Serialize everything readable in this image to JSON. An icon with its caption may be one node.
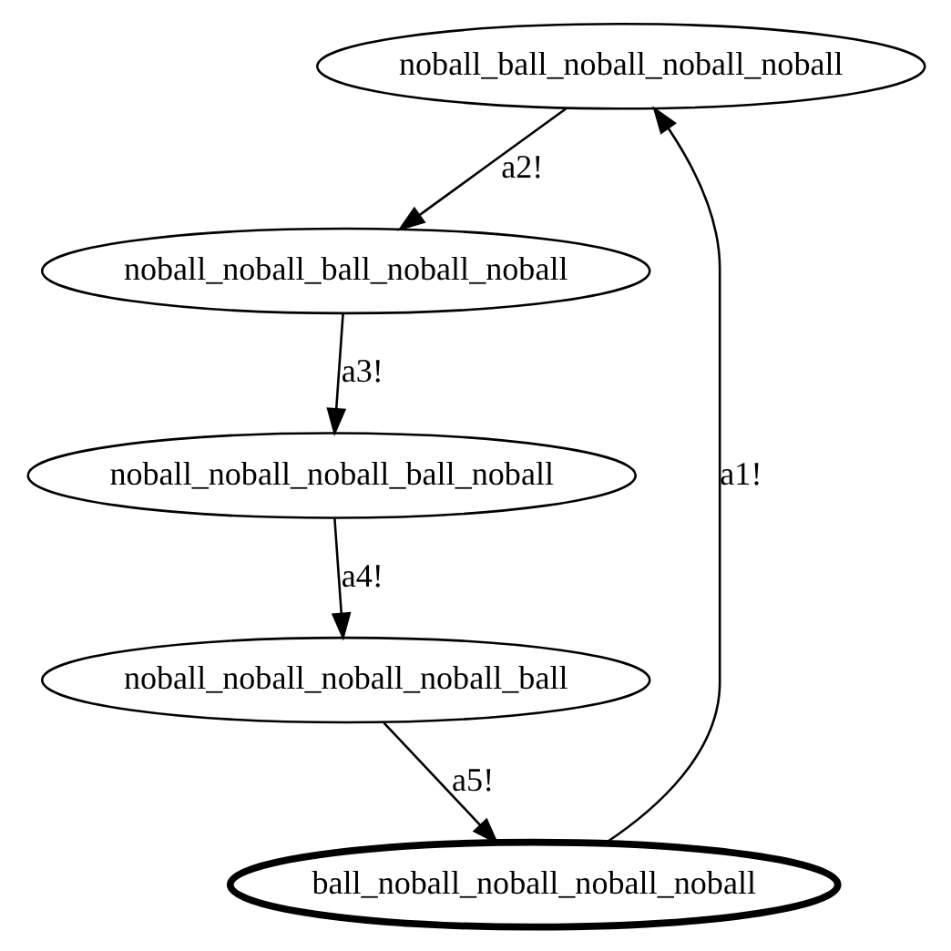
{
  "diagram": {
    "nodes": [
      {
        "text": [
          "noball_ball_noball_noball_noball"
        ]
      },
      {
        "text": [
          "noball_noball_ball_noball_noball"
        ]
      },
      {
        "text": [
          "noball_noball_noball_ball_noball"
        ]
      },
      {
        "text": [
          "noball_noball_noball_noball_ball"
        ]
      },
      {
        "text": [
          "ball_noball_noball_noball_noball"
        ]
      }
    ],
    "edges": [
      {
        "from": 0,
        "to": 1,
        "arrow": "to",
        "label": "a2!"
      },
      {
        "from": 1,
        "to": 2,
        "arrow": "to",
        "label": "a3!"
      },
      {
        "from": 2,
        "to": 3,
        "arrow": "to",
        "label": "a4!"
      },
      {
        "from": 3,
        "to": 4,
        "arrow": "to",
        "label": "a5!"
      },
      {
        "from": 4,
        "to": 0,
        "arrow": "to",
        "label": "a1!"
      }
    ]
  }
}
